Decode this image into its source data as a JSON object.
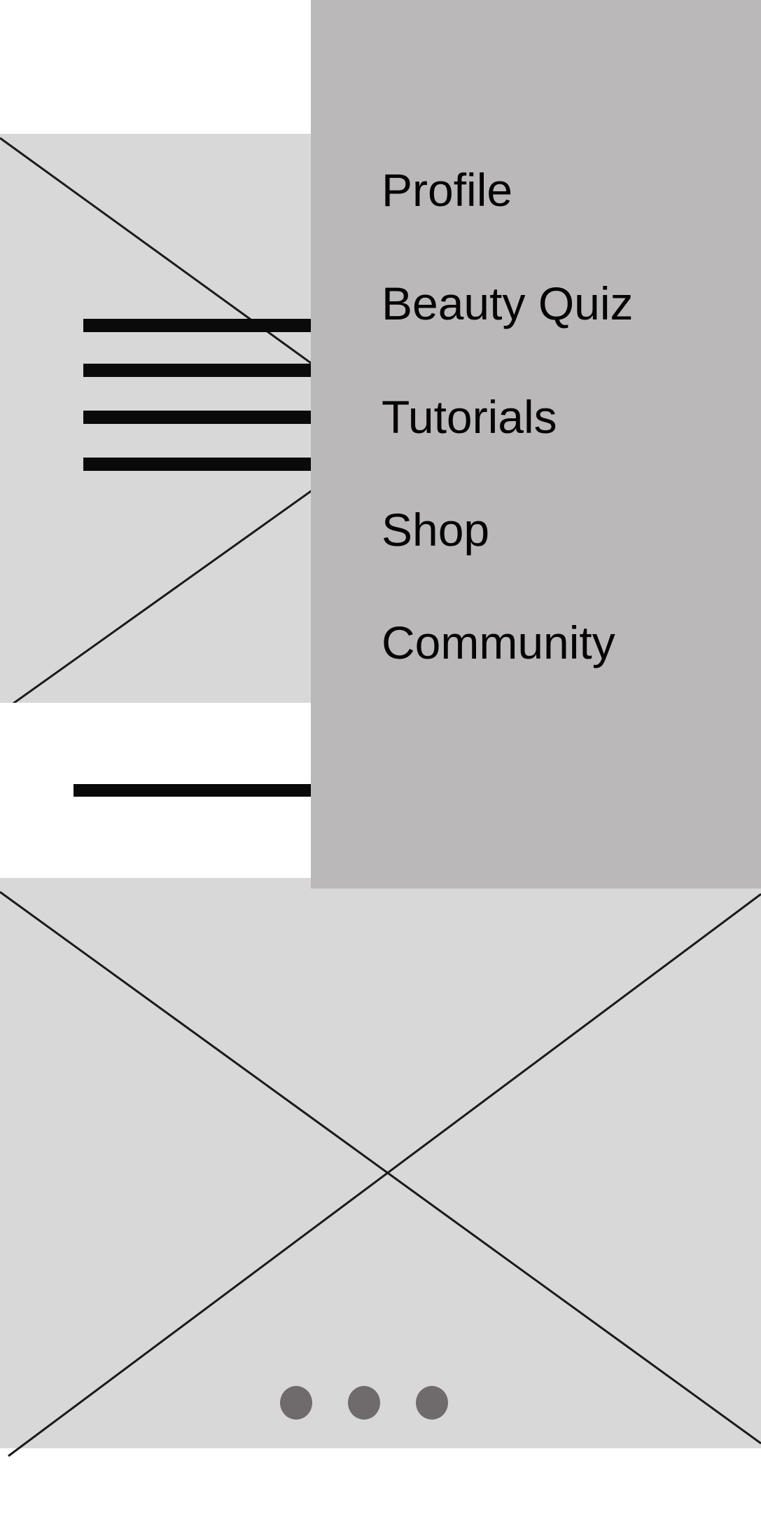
{
  "colors": {
    "background": "#ffffff",
    "placeholder": "#d8d8d8",
    "menu_panel": "#bbb8b9",
    "dot": "#6f6b6c",
    "ink": "#0a0a0a"
  },
  "header": {
    "menu_icon": "hamburger-icon"
  },
  "menu": {
    "items": [
      {
        "label": "Profile"
      },
      {
        "label": "Beauty Quiz"
      },
      {
        "label": "Tutorials"
      },
      {
        "label": "Shop"
      },
      {
        "label": "Community"
      }
    ]
  },
  "carousel": {
    "dot_count": 3,
    "dot_icon": "pagination-dot-icon"
  }
}
